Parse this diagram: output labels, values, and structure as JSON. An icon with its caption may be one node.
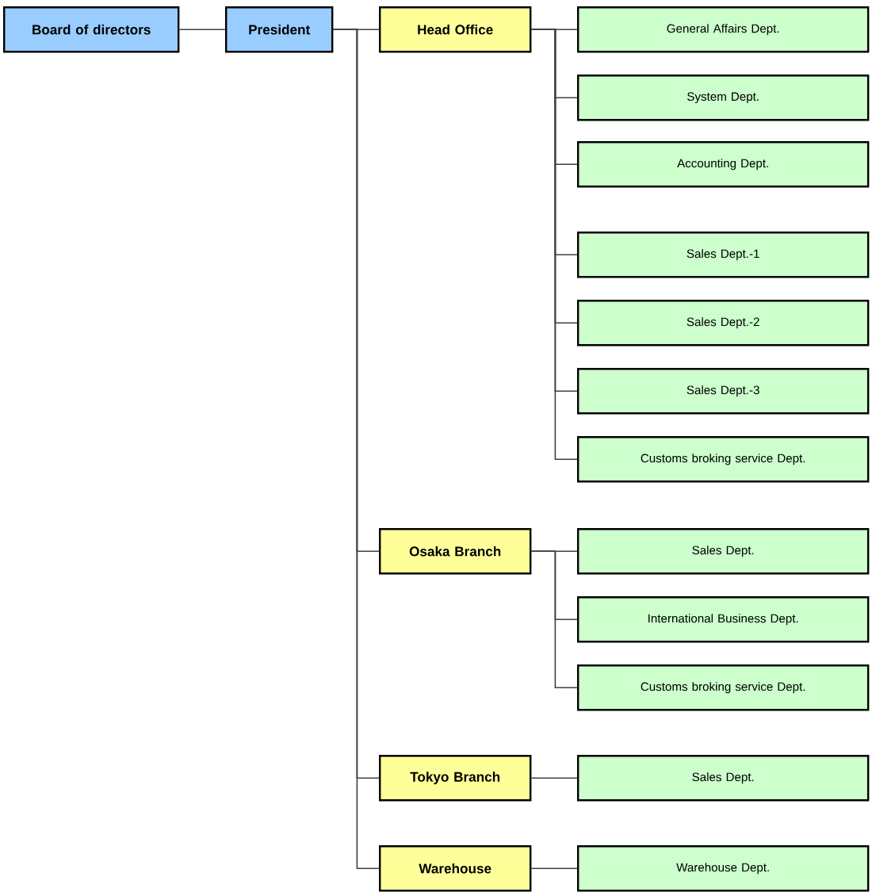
{
  "diagram": {
    "nodes": [
      {
        "text": [
          "Board of directors"
        ]
      },
      {
        "text": [
          "President"
        ]
      },
      {
        "text": [
          "Head Office"
        ]
      },
      {
        "text": [
          "General Affairs Dept."
        ]
      },
      {
        "text": [
          "System Dept."
        ]
      },
      {
        "text": [
          "Accounting Dept."
        ]
      },
      {
        "text": [
          "Sales Dept.-1"
        ]
      },
      {
        "text": [
          "Sales Dept.-2"
        ]
      },
      {
        "text": [
          "Sales Dept.-3"
        ]
      },
      {
        "text": [
          "Customs broking service Dept."
        ]
      },
      {
        "text": [
          "Osaka Branch"
        ]
      },
      {
        "text": [
          "Sales Dept."
        ]
      },
      {
        "text": [
          "International Business Dept."
        ]
      },
      {
        "text": [
          "Customs broking service Dept."
        ]
      },
      {
        "text": [
          "Tokyo Branch"
        ]
      },
      {
        "text": [
          "Sales Dept."
        ]
      },
      {
        "text": [
          "Warehouse"
        ]
      },
      {
        "text": [
          "Warehouse Dept."
        ]
      }
    ],
    "edges": [
      {
        "from": 0,
        "to": 1,
        "arrow": "none"
      },
      {
        "from": 1,
        "to": 2,
        "arrow": "none"
      },
      {
        "from": 1,
        "to": 10,
        "arrow": "none"
      },
      {
        "from": 1,
        "to": 14,
        "arrow": "none"
      },
      {
        "from": 1,
        "to": 16,
        "arrow": "none"
      },
      {
        "from": 2,
        "to": 3,
        "arrow": "none"
      },
      {
        "from": 2,
        "to": 4,
        "arrow": "none"
      },
      {
        "from": 2,
        "to": 5,
        "arrow": "none"
      },
      {
        "from": 2,
        "to": 6,
        "arrow": "none"
      },
      {
        "from": 2,
        "to": 7,
        "arrow": "none"
      },
      {
        "from": 2,
        "to": 8,
        "arrow": "none"
      },
      {
        "from": 2,
        "to": 9,
        "arrow": "none"
      },
      {
        "from": 10,
        "to": 11,
        "arrow": "none"
      },
      {
        "from": 10,
        "to": 12,
        "arrow": "none"
      },
      {
        "from": 10,
        "to": 13,
        "arrow": "none"
      },
      {
        "from": 14,
        "to": 15,
        "arrow": "none"
      },
      {
        "from": 16,
        "to": 17,
        "arrow": "none"
      }
    ]
  }
}
